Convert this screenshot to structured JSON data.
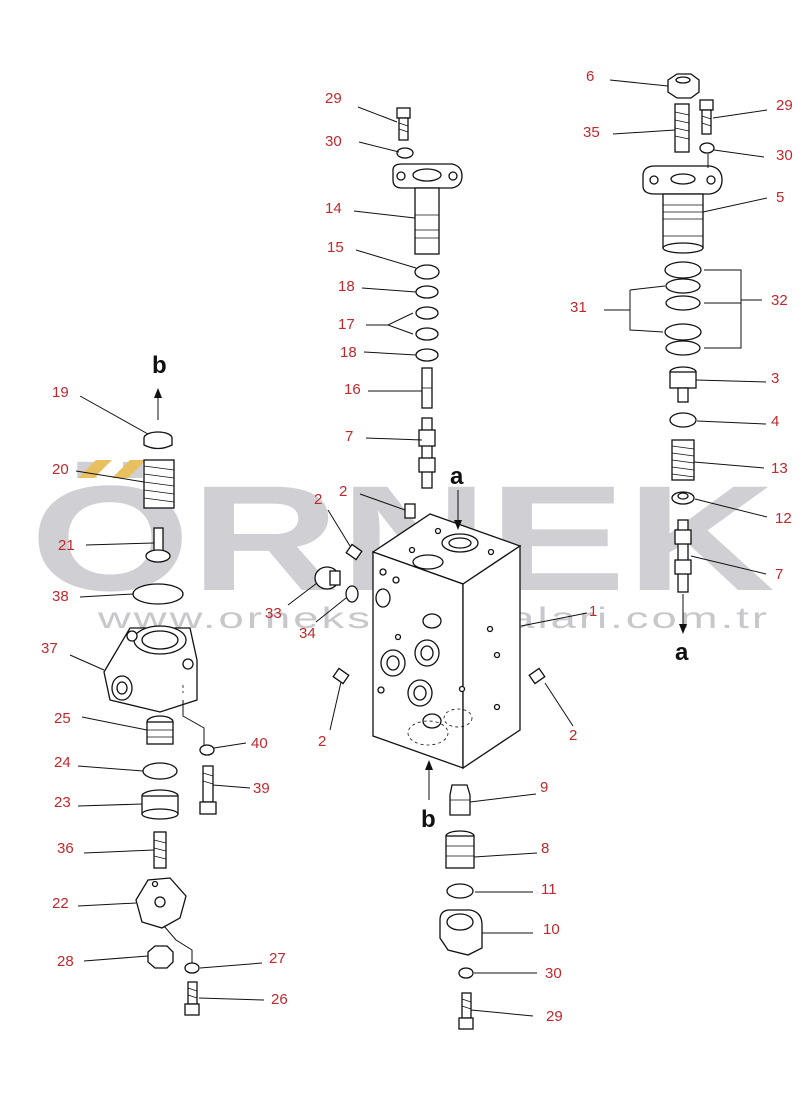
{
  "watermark": {
    "brand": "ÖRNEK",
    "url": "www.orneksmakinalari.com.tr",
    "brand_color": "#d0d0d4",
    "logo_color": "#e8c060"
  },
  "colors": {
    "label": "#c0282d",
    "line": "#111111"
  },
  "flow_markers": [
    "b",
    "a",
    "b",
    "a"
  ],
  "callouts": [
    "29",
    "30",
    "14",
    "15",
    "18",
    "17",
    "18",
    "16",
    "7",
    "2",
    "2",
    "33",
    "34",
    "1",
    "2",
    "2",
    "9",
    "8",
    "11",
    "10",
    "30",
    "29",
    "6",
    "35",
    "29",
    "30",
    "5",
    "31",
    "32",
    "3",
    "4",
    "13",
    "12",
    "7",
    "19",
    "20",
    "21",
    "38",
    "37",
    "25",
    "40",
    "24",
    "23",
    "39",
    "36",
    "22",
    "28",
    "27",
    "26"
  ]
}
